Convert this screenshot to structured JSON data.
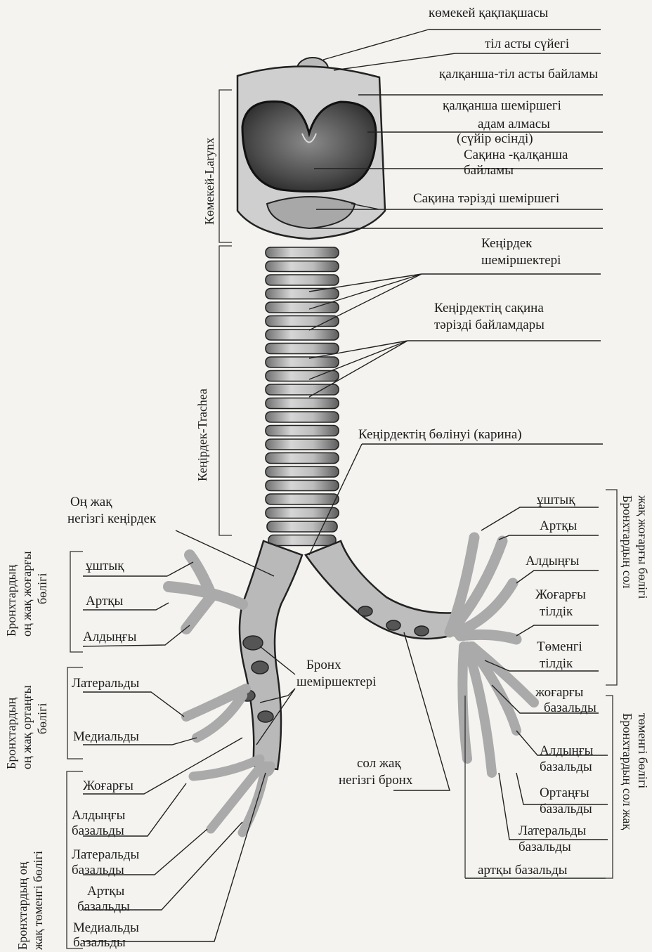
{
  "larynx": {
    "epiglottis": "көмекей қақпақшасы",
    "hyoid": "тіл асты сүйегі",
    "thyrohyoid": "қалқанша-тіл асты байламы",
    "thyroid": "қалқанша шеміршегі",
    "adam_1": "адам алмасы",
    "adam_2": "(сүйір өсінді)",
    "cricothyroid_1": "Сақина -қалқанша",
    "cricothyroid_2": "байламы",
    "cricoid": "Сақина тәрізді шеміршегі",
    "region": "Көмекей-Larynx"
  },
  "trachea": {
    "cartilages_1": "Кеңірдек",
    "cartilages_2": "шеміршектері",
    "ligaments_1": "Кеңірдектің сақина",
    "ligaments_2": "тәрізді байламдары",
    "carina": "Кеңірдектің бөлінуі (карина)",
    "region": "Кеңірдек-Trachea"
  },
  "right": {
    "main_1": "Оң жақ",
    "main_2": "негізгі кеңірдек",
    "upper_group": [
      "Бронхтардың",
      "оң жақ жоғарғы",
      "бөлігі"
    ],
    "apical": "ұштық",
    "posterior": "Артқы",
    "anterior": "Алдыңғы",
    "middle_group": [
      "Бронхтардың",
      "оң жақ ортаңғы",
      "бөлігі"
    ],
    "lateral": "Латеральды",
    "medial": "Медиальды",
    "lower_group": [
      "Бронхтардың оң",
      "жақ төменгі бөлігі"
    ],
    "superior": "Жоғарғы",
    "ant_basal_1": "Алдыңғы",
    "ant_basal_2": "базальды",
    "lat_basal_1": "Латеральды",
    "lat_basal_2": "базальды",
    "post_basal_1": "Артқы",
    "post_basal_2": "базальды",
    "med_basal_1": "Медиальды",
    "med_basal_2": "базальды"
  },
  "center": {
    "bronch_cart_1": "Бронх",
    "bronch_cart_2": "шеміршектері",
    "left_main_1": "сол жақ",
    "left_main_2": "негізгі бронх"
  },
  "left": {
    "upper_group": [
      "Бронхтардың сол",
      "жақ жоғарғы бөлігі"
    ],
    "apical": "ұштық",
    "posterior": "Артқы",
    "anterior": "Алдыңғы",
    "sup_lingular_1": "Жоғарғы",
    "sup_lingular_2": "тілдік",
    "inf_lingular_1": "Төменгі",
    "inf_lingular_2": "тілдік",
    "lower_group": [
      "Бронхтардың сол жақ",
      "төменгі бөлігі"
    ],
    "sup_basal_1": "жоғарғы",
    "sup_basal_2": "базальды",
    "ant_basal_1": "Алдыңғы",
    "ant_basal_2": "базальды",
    "mid_basal_1": "Ортаңғы",
    "mid_basal_2": "базальды",
    "lat_basal_1": "Латеральды",
    "lat_basal_2": "базальды",
    "post_basal": "артқы базальды"
  }
}
